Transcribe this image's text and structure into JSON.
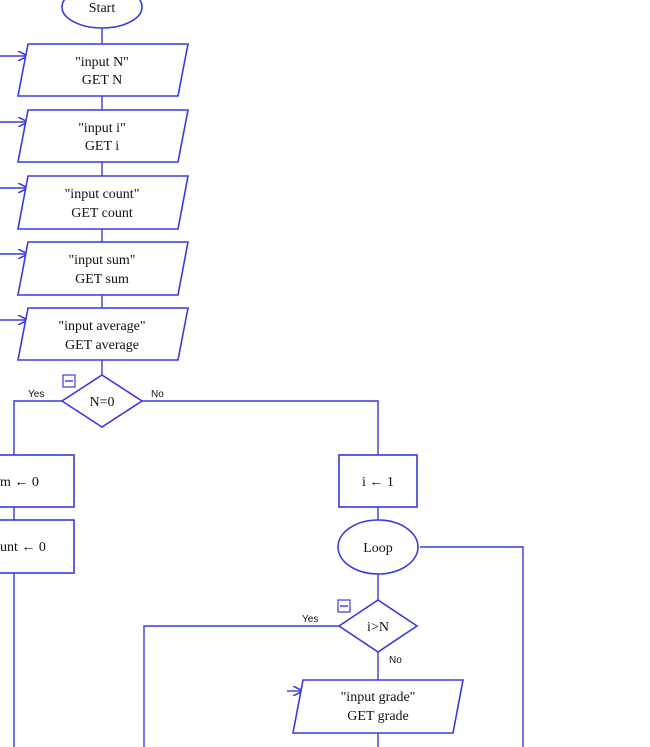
{
  "colors": {
    "stroke": "#3a3ae0",
    "text": "#111111",
    "background": "#ffffff"
  },
  "nodes": {
    "start": "Start",
    "input_n": {
      "prompt": "\"input N\"",
      "get": "GET N"
    },
    "input_i": {
      "prompt": "\"input i\"",
      "get": "GET i"
    },
    "input_count": {
      "prompt": "\"input count\"",
      "get": "GET count"
    },
    "input_sum": {
      "prompt": "\"input sum\"",
      "get": "GET sum"
    },
    "input_average": {
      "prompt": "\"input average\"",
      "get": "GET average"
    },
    "decision_n": "N=0",
    "sum_assign": "m ← 0",
    "count_assign": "unt ← 0",
    "i_assign": "i ← 1",
    "loop": "Loop",
    "decision_i": "i>N",
    "input_grade": {
      "prompt": "\"input grade\"",
      "get": "GET grade"
    }
  },
  "edge_labels": {
    "yes": "Yes",
    "no": "No"
  },
  "icons": {
    "collapse": "collapse-box-icon",
    "arrow": "arrow-right-icon"
  }
}
